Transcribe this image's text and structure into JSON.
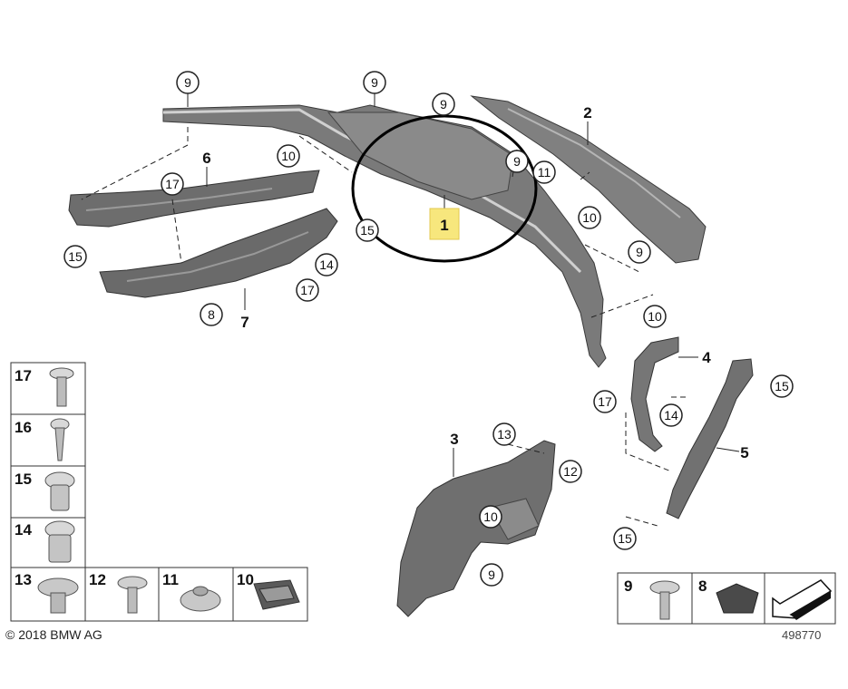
{
  "copyright": "© 2018 BMW AG",
  "diagram_number": "498770",
  "highlighted_part": "1",
  "callouts": {
    "c9a": "9",
    "c9b": "9",
    "c9c": "9",
    "c9d": "9",
    "c9e": "9",
    "c9f": "9",
    "c10a": "10",
    "c10b": "10",
    "c10c": "10",
    "c10d": "10",
    "c11": "11",
    "c12": "12",
    "c13": "13",
    "c14a": "14",
    "c14b": "14",
    "c15a": "15",
    "c15b": "15",
    "c15c": "15",
    "c15d": "15",
    "c17a": "17",
    "c17b": "17",
    "c17c": "17",
    "c8": "8"
  },
  "part_labels": {
    "p2": "2",
    "p3": "3",
    "p4": "4",
    "p5": "5",
    "p6": "6",
    "p7": "7"
  },
  "fastener_table_left": [
    "17",
    "16",
    "15",
    "14",
    "13"
  ],
  "fastener_table_bottom": [
    "12",
    "11",
    "10"
  ],
  "fastener_table_right": [
    "9",
    "8"
  ]
}
